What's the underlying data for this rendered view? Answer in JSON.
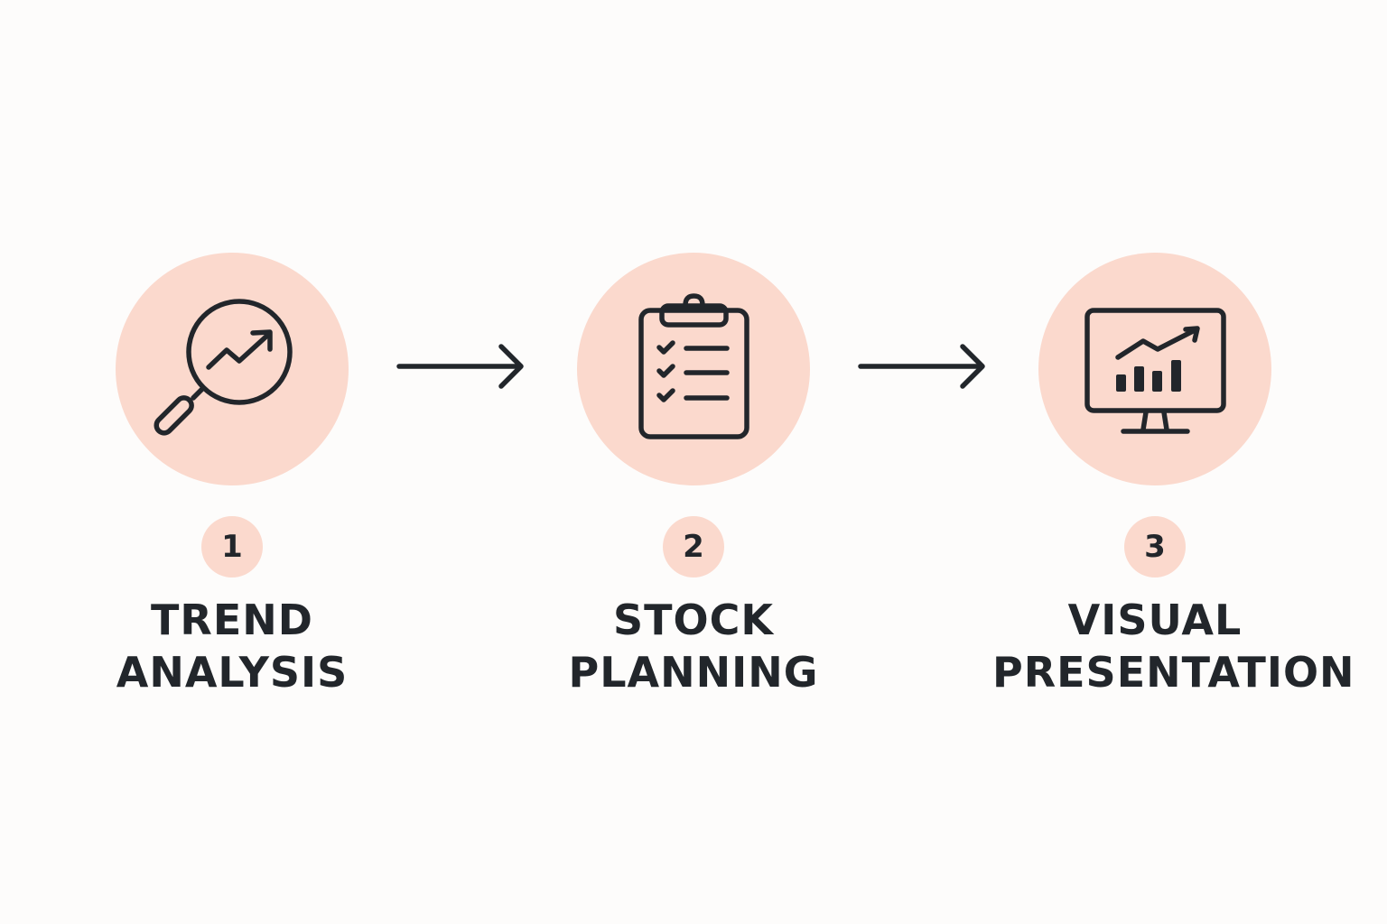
{
  "colors": {
    "background": "#fdfcfb",
    "circle_fill": "#fbd9cd",
    "stroke": "#22262b",
    "text": "#22262b"
  },
  "steps": [
    {
      "number": "1",
      "label_line1": "TREND",
      "label_line2": "ANALYSIS",
      "icon": "magnifier-trend-icon"
    },
    {
      "number": "2",
      "label_line1": "STOCK",
      "label_line2": "PLANNING",
      "icon": "clipboard-checklist-icon"
    },
    {
      "number": "3",
      "label_line1": "VISUAL",
      "label_line2": "PRESENTATION",
      "icon": "monitor-chart-icon"
    }
  ],
  "connectors": [
    {
      "from": "1",
      "to": "2",
      "icon": "arrow-right-icon"
    },
    {
      "from": "2",
      "to": "3",
      "icon": "arrow-right-icon"
    }
  ]
}
